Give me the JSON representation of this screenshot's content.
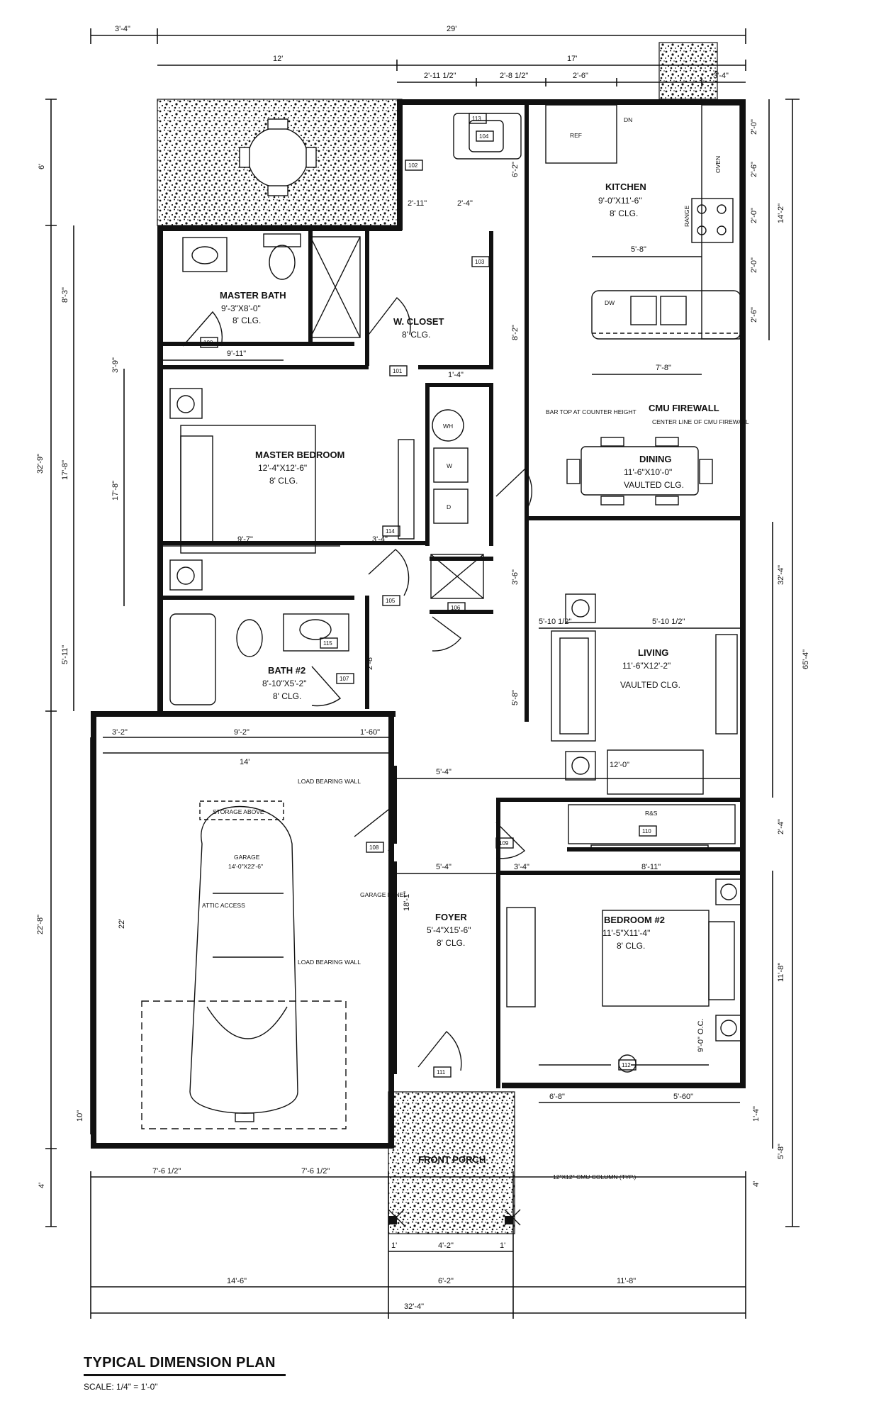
{
  "plan": {
    "title": "TYPICAL DIMENSION PLAN",
    "scale": "SCALE: 1/4\" = 1'-0\"",
    "notes": {
      "cmu_firewall": "CMU FIREWALL",
      "center_line": "CENTER LINE OF CMU FIREWALL",
      "bar_top": "BAR TOP AT COUNTER HEIGHT",
      "load_bearing_1": "LOAD BEARING WALL",
      "load_bearing_2": "LOAD BEARING WALL",
      "garage_panel": "GARAGE PANEL",
      "cmu_column": "12\"X12\" CMU COLUMN (TYP.)",
      "storage_above": "STORAGE ABOVE",
      "attic_access": "ATTIC ACCESS",
      "wh": "WH",
      "rs": "R&S",
      "dw": "DW",
      "fridge": "REF",
      "range": "RANGE",
      "dn": "DN",
      "washer": "W",
      "dryer": "D",
      "oven": "OVEN"
    },
    "rooms": [
      {
        "name": "KITCHEN",
        "size": "9'-0\"X11'-6\"",
        "ceiling": "8' CLG."
      },
      {
        "name": "MASTER BATH",
        "size": "9'-3\"X8'-0\"",
        "ceiling": "8' CLG."
      },
      {
        "name": "W. CLOSET",
        "size": "",
        "ceiling": "8' CLG."
      },
      {
        "name": "MASTER BEDROOM",
        "size": "12'-4\"X12'-6\"",
        "ceiling": "8' CLG."
      },
      {
        "name": "DINING",
        "size": "11'-6\"X10'-0\"",
        "ceiling": "VAULTED CLG."
      },
      {
        "name": "BATH #2",
        "size": "8'-10\"X5'-2\"",
        "ceiling": "8' CLG."
      },
      {
        "name": "LIVING",
        "size": "11'-6\"X12'-2\"",
        "ceiling": "VAULTED CLG."
      },
      {
        "name": "GARAGE",
        "size": "14'-0\"X22'-6\"",
        "ceiling": ""
      },
      {
        "name": "FOYER",
        "size": "5'-4\"X15'-6\"",
        "ceiling": "8' CLG."
      },
      {
        "name": "BEDROOM #2",
        "size": "11'-5\"X11'-4\"",
        "ceiling": "8' CLG."
      },
      {
        "name": "FRONT PORCH",
        "size": "",
        "ceiling": ""
      }
    ],
    "dims": {
      "top_left": "3'-4\"",
      "top_total": "29'",
      "top_mid_left": "12'",
      "top_mid_right": "17'",
      "kitchen_a": "2'-11 1/2\"",
      "kitchen_b": "2'-8 1/2\"",
      "kitchen_c": "2'-6\"",
      "kitchen_d": "3'-4\"",
      "bottom_total": "32'-4\"",
      "bottom_left": "14'-6\"",
      "bottom_mid": "6'-2\"",
      "bottom_right": "11'-8\"",
      "porch_inner": "4'-2\"",
      "porch_l": "1'",
      "porch_r": "1'",
      "garage_left": "7'-6 1/2\"",
      "garage_right": "7'-6 1/2\"",
      "garage_w": "14'",
      "garage_depth": "22'",
      "garage_side_a": "3'-2\"",
      "garage_side_b": "9'-2\"",
      "garage_side_c": "1'-60\"",
      "left_1": "6'",
      "left_2": "8'-3\"",
      "left_3": "32'-9\"",
      "left_4": "17'-8\"",
      "left_5": "5'-11\"",
      "left_6": "22'-8\"",
      "left_7": "4'",
      "left_8": "10\"",
      "inner_left_a": "3'-9\"",
      "inner_left_b": "17'-8\"",
      "right_total": "65'-4\"",
      "right_a": "32'-4\"",
      "right_b": "14'-2\"",
      "right_c": "2'-4\"",
      "right_d": "11'-8\"",
      "right_e": "1'-4\"",
      "right_f": "5'-8\"",
      "right_g": "4'",
      "kitchen_r1": "2'-0\"",
      "kitchen_r2": "2'-6\"",
      "kitchen_r3": "2'-0\"",
      "kitchen_r4": "2'-0\"",
      "kitchen_r5": "2'-6\"",
      "island_w": "5'-8\"",
      "bar_w": "7'-8\"",
      "bath_w": "9'-11\"",
      "bed_w": "9'-7\"",
      "hall_w": "3'-4\"",
      "closet_w": "2'-4\"",
      "closet_w2": "2'-11\"",
      "mid_a": "5'-4\"",
      "mid_b": "5'-4\"",
      "mid_c": "3'-4\"",
      "living_w": "5'-10 1/2\"",
      "living_w2": "5'-10 1/2\"",
      "sofa_w": "12'-0\"",
      "bed2_w": "6'-8\"",
      "bed2_w2": "5'-60\"",
      "bed2_top": "8'-11\"",
      "foyer_w": "5'-4\"",
      "foyer_h": "18'-1\"",
      "kitchen_h": "6'-2\"",
      "hall_h": "3'-6\"",
      "dining_h": "8'-2\"",
      "bath2_h": "2'-8\"",
      "living_h": "5'-8\"",
      "hall2_w": "1'-4\"",
      "bed2_side": "9'-0\" O.C."
    },
    "tags": [
      "100",
      "101",
      "102",
      "103",
      "104",
      "105",
      "106",
      "107",
      "108",
      "109",
      "110",
      "111",
      "112",
      "113",
      "114",
      "115"
    ]
  }
}
